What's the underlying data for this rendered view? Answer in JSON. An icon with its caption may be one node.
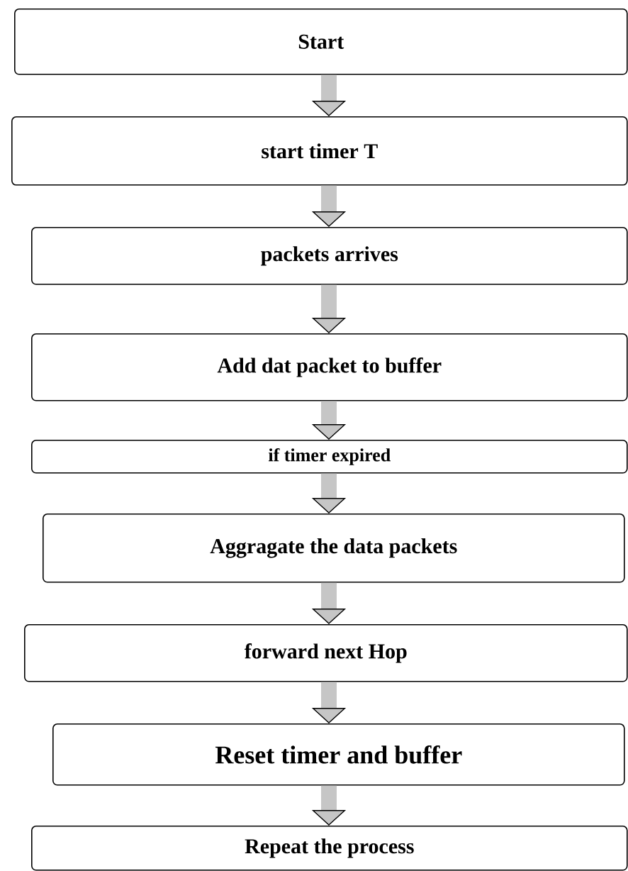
{
  "diagram": {
    "nodes": [
      {
        "text": [
          "Start"
        ]
      },
      {
        "text": [
          "start timer T"
        ]
      },
      {
        "text": [
          "packets arrives"
        ]
      },
      {
        "text": [
          "Add dat packet to buffer"
        ]
      },
      {
        "text": [
          "if timer expired"
        ]
      },
      {
        "text": [
          "Aggragate the data packets"
        ]
      },
      {
        "text": [
          "forward next Hop"
        ]
      },
      {
        "text": [
          "Reset timer and buffer"
        ]
      },
      {
        "text": [
          "Repeat the process"
        ]
      }
    ],
    "edges": [
      {
        "from": 0,
        "to": 1,
        "arrow": "to"
      },
      {
        "from": 1,
        "to": 2,
        "arrow": "to"
      },
      {
        "from": 2,
        "to": 3,
        "arrow": "to"
      },
      {
        "from": 3,
        "to": 4,
        "arrow": "to"
      },
      {
        "from": 4,
        "to": 5,
        "arrow": "to"
      },
      {
        "from": 5,
        "to": 6,
        "arrow": "to"
      },
      {
        "from": 6,
        "to": 7,
        "arrow": "to"
      },
      {
        "from": 7,
        "to": 8,
        "arrow": "to"
      }
    ]
  }
}
